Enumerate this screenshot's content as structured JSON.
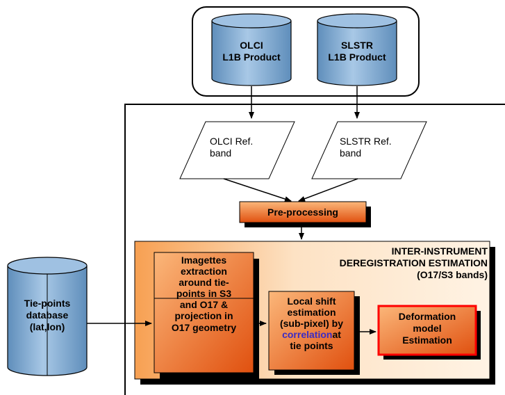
{
  "inputs": {
    "olci_product": [
      "OLCI",
      "L1B Product"
    ],
    "slstr_product": [
      "SLSTR",
      "L1B Product"
    ]
  },
  "ref_bands": {
    "olci": [
      "OLCI Ref.",
      "band"
    ],
    "slstr": [
      "SLSTR Ref.",
      "band"
    ]
  },
  "preprocessing": "Pre-processing",
  "estimation": {
    "title": [
      "INTER-INSTRUMENT",
      "DEREGISTRATION ESTIMATION",
      "(O17/S3 bands)"
    ],
    "imagettes": [
      "Imagettes",
      "extraction",
      "around tie-",
      "points in S3",
      "and O17 &",
      "projection in",
      "O17 geometry"
    ],
    "local_shift": {
      "line1": "Local shift",
      "line2": "estimation",
      "line3": "(sub-pixel) by",
      "highlight": "correlation",
      "line4_rest": "at",
      "line5": "tie points"
    },
    "deformation": [
      "Deformation",
      "model",
      "Estimation"
    ]
  },
  "database": [
    "Tie-points",
    "database",
    "(lat,lon)"
  ],
  "colors": {
    "cylinder": "#7fa9d0",
    "orange_light": "#f8a25c",
    "orange_dark": "#e04e0c",
    "panel": "#fde7cc",
    "highlight_text": "#3b2bc4",
    "deformation_border": "#ff0000"
  }
}
